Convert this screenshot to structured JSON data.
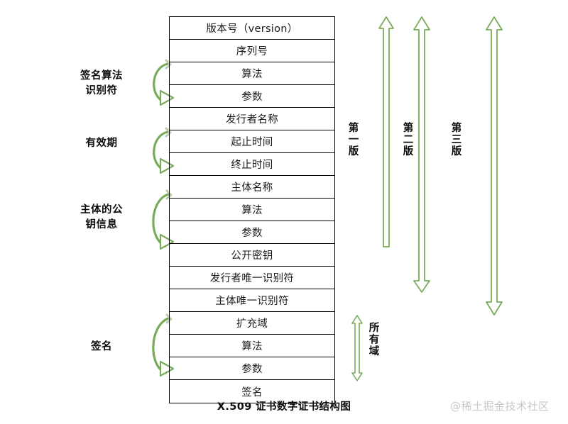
{
  "diagram": {
    "caption": "X.509 证书数字证书结构图",
    "watermark": "@稀土掘金技术社区",
    "accent_color": "#7aab5a",
    "accent_fill": "#ffffff",
    "border_color": "#000000",
    "fields": [
      {
        "label": "版本号（version）"
      },
      {
        "label": "序列号"
      },
      {
        "label": "算法"
      },
      {
        "label": "参数"
      },
      {
        "label": "发行者名称"
      },
      {
        "label": "起止时间"
      },
      {
        "label": "终止时间"
      },
      {
        "label": "主体名称"
      },
      {
        "label": "算法"
      },
      {
        "label": "参数"
      },
      {
        "label": "公开密钥"
      },
      {
        "label": "发行者唯一识别符"
      },
      {
        "label": "主体唯一识别符"
      },
      {
        "label": "扩充域"
      },
      {
        "label": "算法"
      },
      {
        "label": "参数"
      },
      {
        "label": "签名"
      }
    ],
    "groups": [
      {
        "line1": "签名算法",
        "line2": "识别符"
      },
      {
        "line1": "有效期",
        "line2": ""
      },
      {
        "line1": "主体的公",
        "line2": "钥信息"
      },
      {
        "line1": "签名",
        "line2": ""
      }
    ],
    "versions": [
      {
        "label": "第一版"
      },
      {
        "label": "第二版"
      },
      {
        "label": "第三版"
      }
    ],
    "scope": {
      "label": "所有域"
    }
  }
}
